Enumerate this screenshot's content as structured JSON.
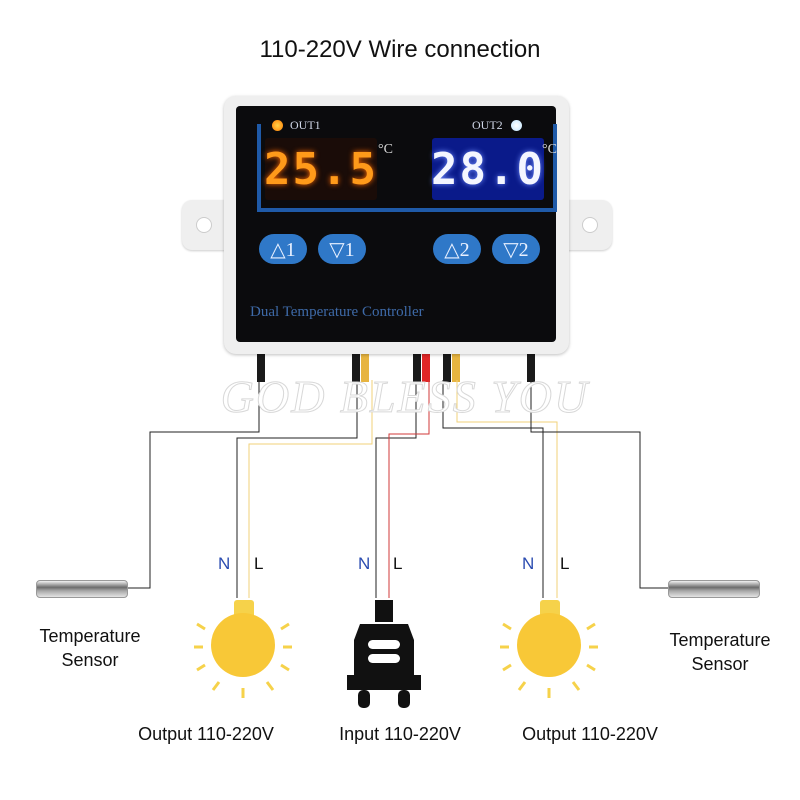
{
  "title": "110-220V Wire connection",
  "device": {
    "out1_label": "OUT1",
    "out2_label": "OUT2",
    "display1_value": "25.5",
    "display2_value": "28.0",
    "unit1": "°C",
    "unit2": "°C",
    "buttons": [
      {
        "label": "△1",
        "name": "up-1"
      },
      {
        "label": "▽1",
        "name": "down-1"
      },
      {
        "label": "△2",
        "name": "up-2"
      },
      {
        "label": "▽2",
        "name": "down-2"
      }
    ],
    "brand_label": "Dual Temperature Controller",
    "colors": {
      "display1": "#ff9a1a",
      "display2_bg": "#0a1a8a",
      "button": "#2f78c8",
      "frame": "#1f5aa8"
    }
  },
  "watermark": "GOD BLESS YOU",
  "terminals": {
    "left_output": {
      "n": "N",
      "l": "L"
    },
    "input": {
      "n": "N",
      "l": "L"
    },
    "right_output": {
      "n": "N",
      "l": "L"
    }
  },
  "labels": {
    "left_sensor": [
      "Temperature",
      "Sensor"
    ],
    "right_sensor": [
      "Temperature",
      "Sensor"
    ],
    "left_output": "Output 110-220V",
    "input": "Input 110-220V",
    "right_output": "Output 110-220V"
  }
}
